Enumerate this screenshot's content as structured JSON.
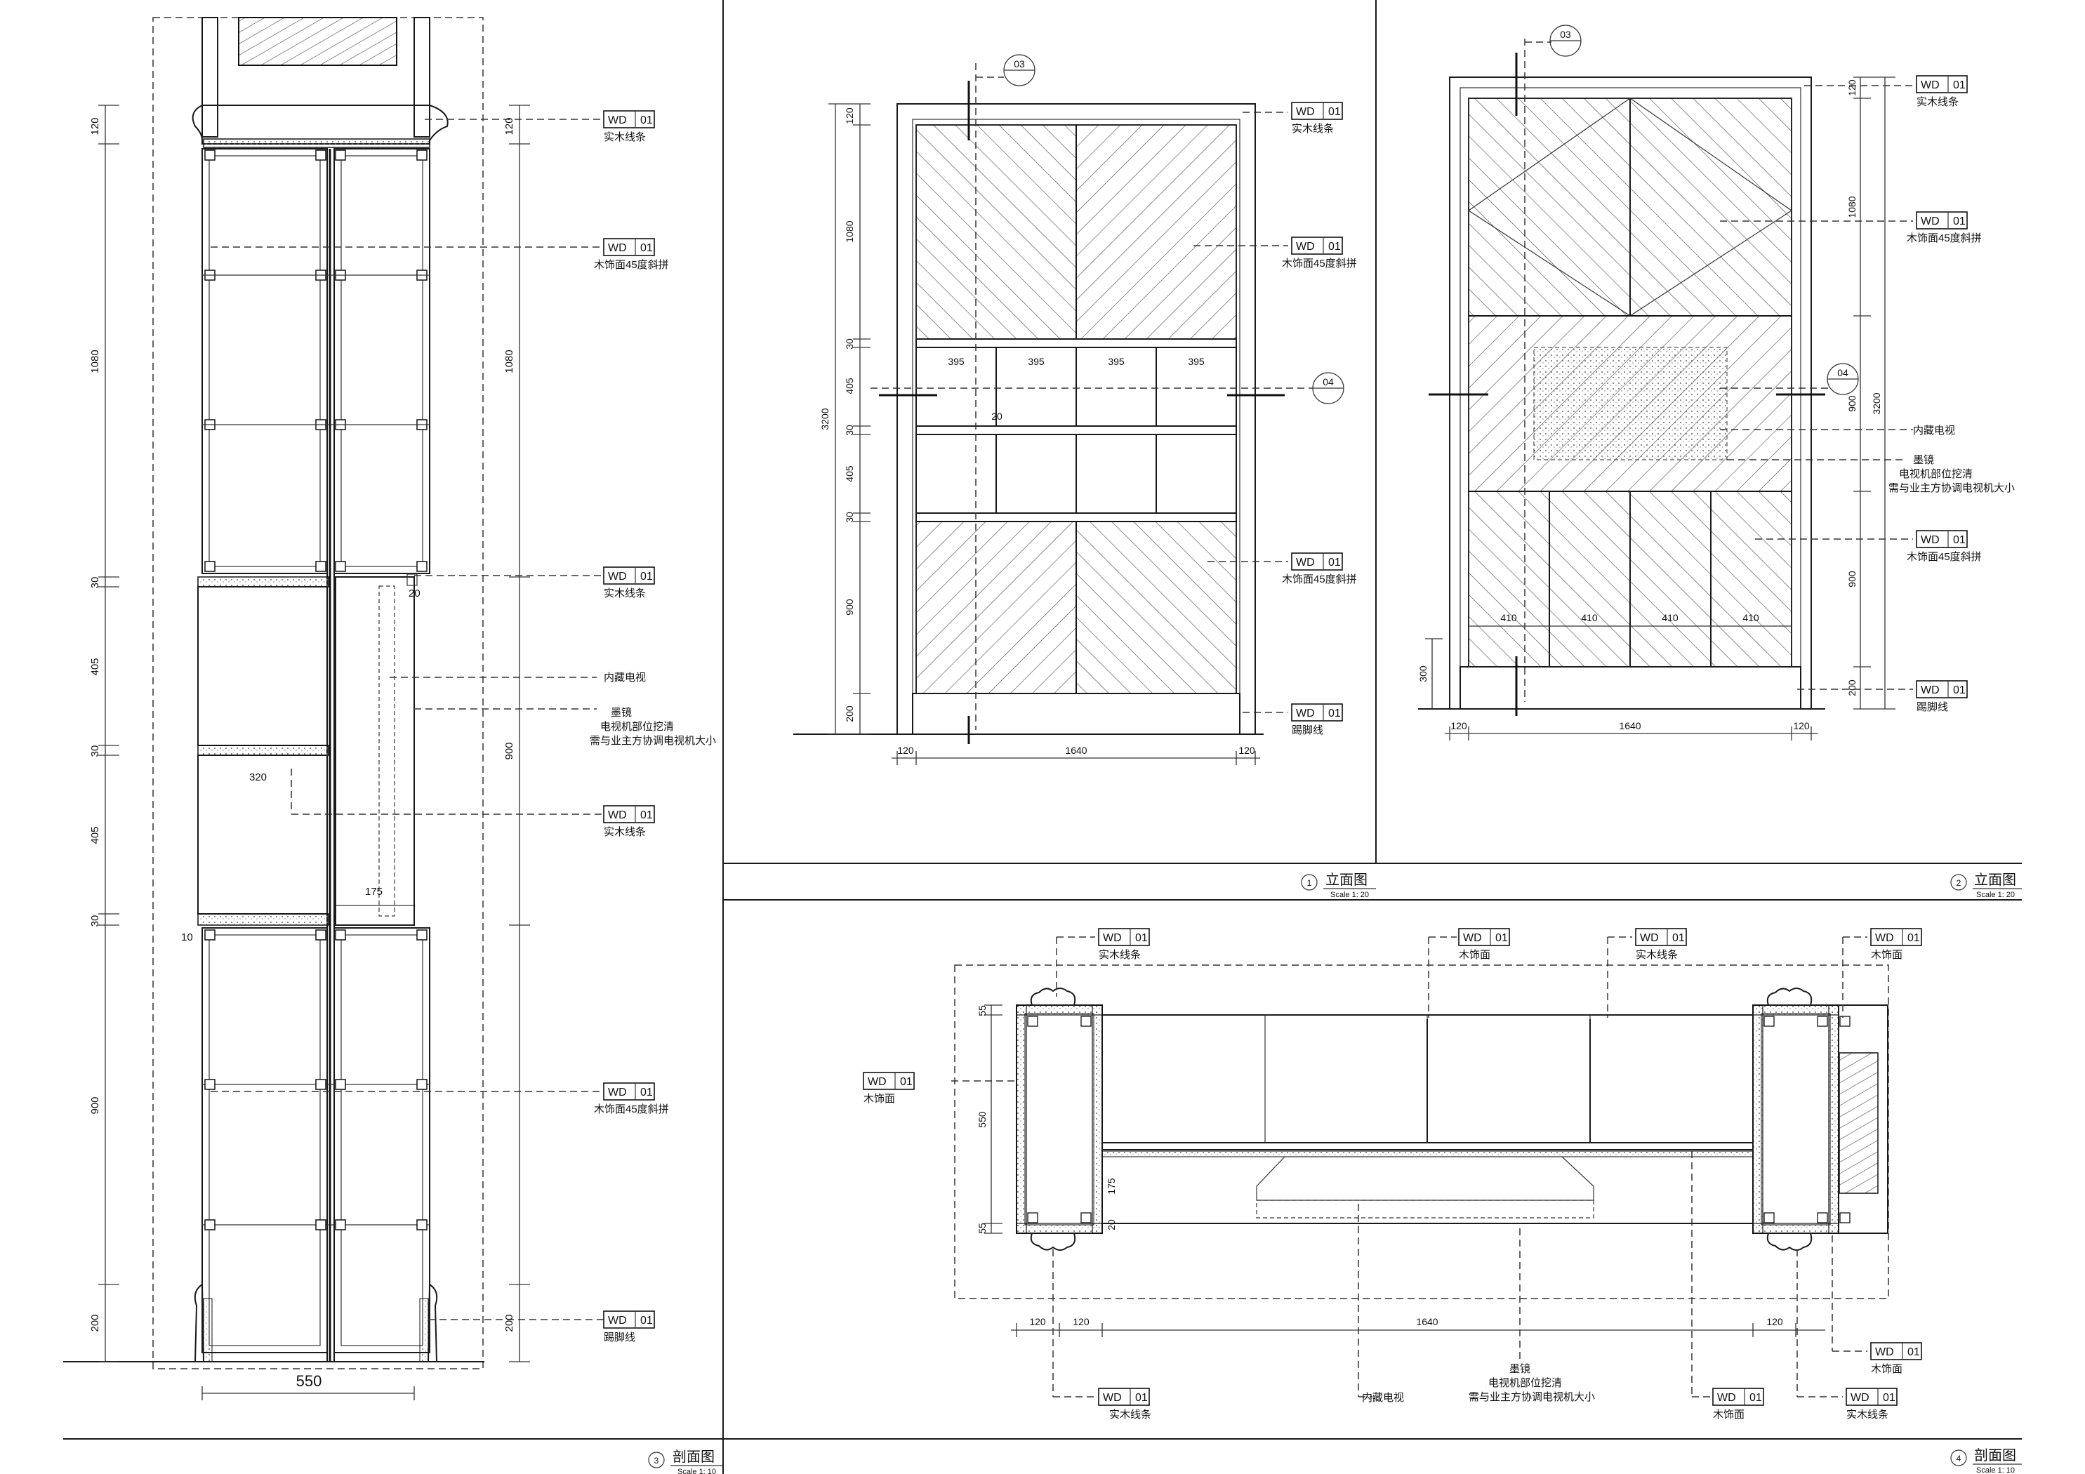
{
  "section": {
    "dims_left": [
      "120",
      "1080",
      "30",
      "405",
      "30",
      "405",
      "30",
      "900",
      "200"
    ],
    "dims_right": [
      "120",
      "1080",
      "900",
      "200"
    ],
    "width_dim": "550",
    "dim_320": "320",
    "dim_175": "175",
    "dim_20": "20",
    "dim_10": "10",
    "callouts": [
      {
        "code": "WD",
        "num": "01",
        "note": "实木线条"
      },
      {
        "code": "WD",
        "num": "01",
        "note": "木饰面45度斜拼"
      },
      {
        "code": "WD",
        "num": "01",
        "note": "实木线条"
      },
      {
        "code": "WD",
        "num": "01",
        "note": "实木线条"
      },
      {
        "code": "WD",
        "num": "01",
        "note": "木饰面45度斜拼"
      },
      {
        "code": "WD",
        "num": "01",
        "note": "踢脚线"
      }
    ],
    "note_tv": "内藏电视",
    "note_mirror_1": "墨镜",
    "note_mirror_2": "电视机部位挖清",
    "note_mirror_3": "需与业主方协调电视机大小",
    "title": "剖面图",
    "scale": "Scale 1: 10",
    "num": "3"
  },
  "elev1": {
    "dims_left": [
      "120",
      "1080",
      "30",
      "405",
      "30",
      "405",
      "30",
      "900",
      "200"
    ],
    "overall": "3200",
    "top_dims": [
      "395",
      "395",
      "395",
      "395"
    ],
    "dim_20": "20",
    "bottom_dims": [
      "120",
      "1640",
      "120"
    ],
    "section_mark_a": "03",
    "section_mark_b": "04",
    "callouts": [
      {
        "code": "WD",
        "num": "01",
        "note": "实木线条"
      },
      {
        "code": "WD",
        "num": "01",
        "note": "木饰面45度斜拼"
      },
      {
        "code": "WD",
        "num": "01",
        "note": "木饰面45度斜拼"
      },
      {
        "code": "WD",
        "num": "01",
        "note": "踢脚线"
      }
    ],
    "title": "立面图",
    "scale": "Scale 1: 20",
    "num": "1"
  },
  "elev2": {
    "dims_right": [
      "120",
      "1080",
      "900",
      "900",
      "200"
    ],
    "overall": "3200",
    "dim_300": "300",
    "bottom_row": [
      "410",
      "410",
      "410",
      "410"
    ],
    "bottom_dims": [
      "120",
      "1640",
      "120"
    ],
    "section_mark_a": "03",
    "section_mark_b": "04",
    "callouts": [
      {
        "code": "WD",
        "num": "01",
        "note": "实木线条"
      },
      {
        "code": "WD",
        "num": "01",
        "note": "木饰面45度斜拼"
      },
      {
        "code": "WD",
        "num": "01",
        "note": "木饰面45度斜拼"
      },
      {
        "code": "WD",
        "num": "01",
        "note": "踢脚线"
      }
    ],
    "note_tv": "内藏电视",
    "note_mirror_1": "墨镜",
    "note_mirror_2": "电视机部位挖清",
    "note_mirror_3": "需与业主方协调电视机大小",
    "title": "立面图",
    "scale": "Scale 1: 20",
    "num": "2"
  },
  "plan": {
    "dim_55_top": "55",
    "dim_550": "550",
    "dim_55_bot": "55",
    "dim_175": "175",
    "dim_20": "20",
    "bottom_dims": [
      "120",
      "120",
      "1640",
      "120"
    ],
    "callouts_top": [
      {
        "code": "WD",
        "num": "01",
        "note": "实木线条"
      },
      {
        "code": "WD",
        "num": "01",
        "note": "木饰面"
      },
      {
        "code": "WD",
        "num": "01",
        "note": "实木线条"
      },
      {
        "code": "WD",
        "num": "01",
        "note": "木饰面"
      }
    ],
    "callout_left": {
      "code": "WD",
      "num": "01",
      "note": "木饰面"
    },
    "callouts_bottom": [
      {
        "code": "WD",
        "num": "01",
        "note": "实木线条"
      },
      {
        "code": "WD",
        "num": "01",
        "note": "木饰面"
      },
      {
        "code": "WD",
        "num": "01",
        "note": "实木线条"
      },
      {
        "code": "WD",
        "num": "01",
        "note": "木饰面"
      }
    ],
    "note_tv": "内藏电视",
    "note_mirror_1": "墨镜",
    "note_mirror_2": "电视机部位挖清",
    "note_mirror_3": "需与业主方协调电视机大小",
    "title": "剖面图",
    "scale": "Scale 1: 10",
    "num": "4"
  }
}
